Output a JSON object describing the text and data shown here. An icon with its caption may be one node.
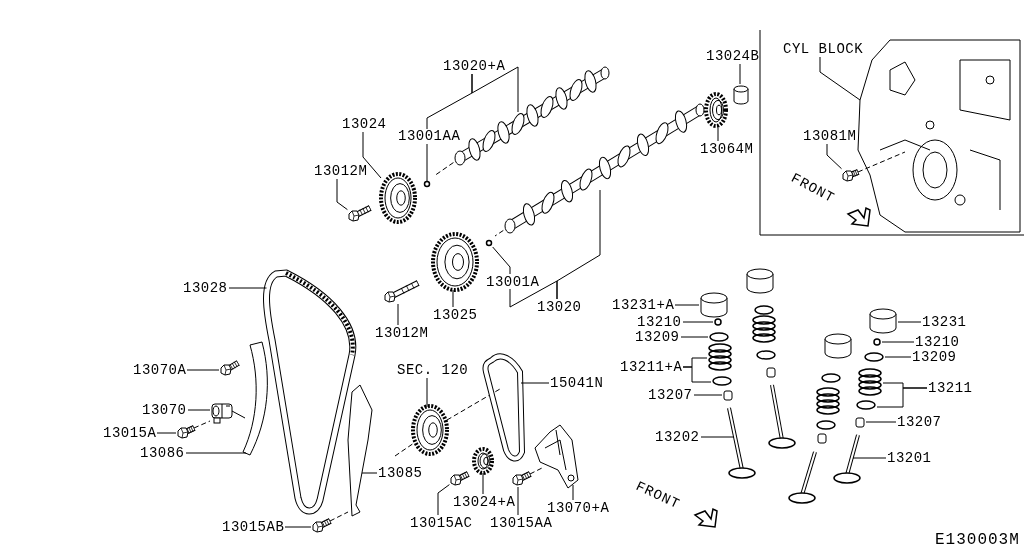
{
  "diagram": {
    "nodes": [
      {
        "text": [
          "13020+A"
        ]
      },
      {
        "text": [
          "13024B"
        ]
      },
      {
        "text": [
          "CYL BLOCK"
        ]
      },
      {
        "text": [
          "13024"
        ]
      },
      {
        "text": [
          "13001AA"
        ]
      },
      {
        "text": [
          "13012M"
        ]
      },
      {
        "text": [
          "13081M"
        ]
      },
      {
        "text": [
          "13064M"
        ]
      },
      {
        "text": [
          "13028"
        ]
      },
      {
        "text": [
          "13001A"
        ]
      },
      {
        "text": [
          "13020"
        ]
      },
      {
        "text": [
          "13012M"
        ]
      },
      {
        "text": [
          "13025"
        ]
      },
      {
        "text": [
          "13070A"
        ]
      },
      {
        "text": [
          "13070"
        ]
      },
      {
        "text": [
          "13015A"
        ]
      },
      {
        "text": [
          "13086"
        ]
      },
      {
        "text": [
          "SEC. 120"
        ]
      },
      {
        "text": [
          "15041N"
        ]
      },
      {
        "text": [
          "13085"
        ]
      },
      {
        "text": [
          "13024+A"
        ]
      },
      {
        "text": [
          "13015AC"
        ]
      },
      {
        "text": [
          "13015AA"
        ]
      },
      {
        "text": [
          "13070+A"
        ]
      },
      {
        "text": [
          "13015AB"
        ]
      },
      {
        "text": [
          "13231+A"
        ]
      },
      {
        "text": [
          "13210"
        ]
      },
      {
        "text": [
          "13209"
        ]
      },
      {
        "text": [
          "13211+A"
        ]
      },
      {
        "text": [
          "13207"
        ]
      },
      {
        "text": [
          "13202"
        ]
      },
      {
        "text": [
          "13231"
        ]
      },
      {
        "text": [
          "13210"
        ]
      },
      {
        "text": [
          "13209"
        ]
      },
      {
        "text": [
          "13211"
        ]
      },
      {
        "text": [
          "13207"
        ]
      },
      {
        "text": [
          "13201"
        ]
      },
      {
        "text": [],
        "shape": "picture"
      },
      {
        "text": [],
        "shape": "cylinder"
      },
      {
        "text": [],
        "shape": "picture"
      },
      {
        "text": [],
        "shape": "picture"
      },
      {
        "text": [],
        "shape": "circle"
      },
      {
        "text": [],
        "shape": "picture"
      },
      {
        "text": [],
        "shape": "picture"
      },
      {
        "text": [],
        "shape": "picture"
      },
      {
        "text": [],
        "shape": "picture"
      },
      {
        "text": [],
        "shape": "circle"
      },
      {
        "text": [],
        "shape": "picture"
      },
      {
        "text": [],
        "shape": "picture"
      },
      {
        "text": [],
        "shape": "picture"
      },
      {
        "text": [],
        "shape": "picture"
      },
      {
        "text": [],
        "shape": "picture"
      },
      {
        "text": [],
        "shape": "picture"
      },
      {
        "text": [],
        "shape": "picture"
      },
      {
        "text": [],
        "shape": "picture"
      },
      {
        "text": [],
        "shape": "picture"
      },
      {
        "text": [],
        "shape": "picture"
      },
      {
        "text": [],
        "shape": "picture"
      },
      {
        "text": [],
        "shape": "picture"
      },
      {
        "text": [],
        "shape": "picture"
      },
      {
        "text": [],
        "shape": "picture"
      },
      {
        "text": [],
        "shape": "picture"
      },
      {
        "text": [],
        "shape": "cylinder"
      },
      {
        "text": [],
        "shape": "circle"
      },
      {
        "text": [],
        "shape": "circle"
      },
      {
        "text": [],
        "shape": "picture"
      },
      {
        "text": [],
        "shape": "circle"
      },
      {
        "text": [],
        "shape": "box"
      },
      {
        "text": [],
        "shape": "picture"
      },
      {
        "text": [],
        "shape": "cylinder"
      },
      {
        "text": [],
        "shape": "circle"
      },
      {
        "text": [],
        "shape": "circle"
      },
      {
        "text": [],
        "shape": "picture"
      },
      {
        "text": [],
        "shape": "circle"
      },
      {
        "text": [],
        "shape": "box"
      },
      {
        "text": [],
        "shape": "picture"
      }
    ],
    "edges": [
      {
        "from": 0,
        "to": 37,
        "arrow": "none"
      },
      {
        "from": 0,
        "to": 4,
        "arrow": "none"
      },
      {
        "from": 1,
        "to": 38,
        "arrow": "none"
      },
      {
        "from": 2,
        "to": 39,
        "arrow": "none"
      },
      {
        "from": 3,
        "to": 40,
        "arrow": "none"
      },
      {
        "from": 4,
        "to": 41,
        "arrow": "none"
      },
      {
        "from": 5,
        "to": 42,
        "arrow": "none"
      },
      {
        "from": 6,
        "to": 43,
        "arrow": "none"
      },
      {
        "from": 7,
        "to": 44,
        "arrow": "none"
      },
      {
        "from": 8,
        "to": 45,
        "arrow": "none"
      },
      {
        "from": 9,
        "to": 46,
        "arrow": "none"
      },
      {
        "from": 10,
        "to": 47,
        "arrow": "none"
      },
      {
        "from": 10,
        "to": 9,
        "arrow": "none"
      },
      {
        "from": 11,
        "to": 48,
        "arrow": "none"
      },
      {
        "from": 12,
        "to": 49,
        "arrow": "none"
      },
      {
        "from": 13,
        "to": 50,
        "arrow": "none"
      },
      {
        "from": 14,
        "to": 51,
        "arrow": "none"
      },
      {
        "from": 15,
        "to": 52,
        "arrow": "none"
      },
      {
        "from": 16,
        "to": 53,
        "arrow": "none"
      },
      {
        "from": 17,
        "to": 54,
        "arrow": "none"
      },
      {
        "from": 18,
        "to": 55,
        "arrow": "none"
      },
      {
        "from": 19,
        "to": 56,
        "arrow": "none"
      },
      {
        "from": 20,
        "to": 57,
        "arrow": "none"
      },
      {
        "from": 21,
        "to": 58,
        "arrow": "none"
      },
      {
        "from": 22,
        "to": 59,
        "arrow": "none"
      },
      {
        "from": 23,
        "to": 60,
        "arrow": "none"
      },
      {
        "from": 24,
        "to": 61,
        "arrow": "none"
      },
      {
        "from": 25,
        "to": 62,
        "arrow": "none"
      },
      {
        "from": 26,
        "to": 63,
        "arrow": "none"
      },
      {
        "from": 27,
        "to": 64,
        "arrow": "none"
      },
      {
        "from": 28,
        "to": 65,
        "arrow": "none"
      },
      {
        "from": 28,
        "to": 66,
        "arrow": "none"
      },
      {
        "from": 29,
        "to": 67,
        "arrow": "none"
      },
      {
        "from": 30,
        "to": 68,
        "arrow": "none"
      },
      {
        "from": 31,
        "to": 69,
        "arrow": "none"
      },
      {
        "from": 32,
        "to": 70,
        "arrow": "none"
      },
      {
        "from": 33,
        "to": 71,
        "arrow": "none"
      },
      {
        "from": 34,
        "to": 72,
        "arrow": "none"
      },
      {
        "from": 34,
        "to": 73,
        "arrow": "none"
      },
      {
        "from": 35,
        "to": 74,
        "arrow": "none"
      },
      {
        "from": 36,
        "to": 75,
        "arrow": "none"
      }
    ],
    "labels": [
      "FRONT",
      "FRONT",
      "E130003M"
    ]
  }
}
